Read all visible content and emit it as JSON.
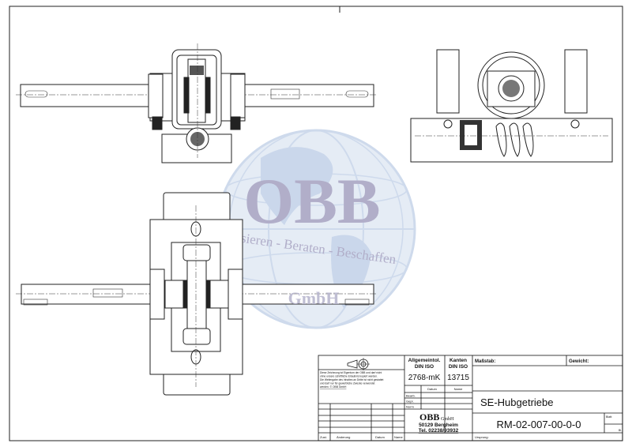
{
  "watermark": {
    "logo": "OBB",
    "slogan": "Organisieren - Beraten - Beschaffen",
    "suffix": "GmbH",
    "colors": {
      "globe": "#c9d6ea",
      "logo": "#a9a6c4"
    }
  },
  "title_block": {
    "disclaimer": [
      "Diese Zeichnung ist Eigentum der OBB und darf nicht",
      "ohne unsere schriftliche Erlaubnis kopiert werden.",
      "Die Weitergabe des Inhaltes an Dritte ist nicht gestattet",
      "und darf nur für gewerbliche Zwecke verwendet",
      "werden. © OBB GmbH"
    ],
    "general_tolerance_label": "Allgemeintol.",
    "general_tolerance_std": "DIN ISO",
    "general_tolerance_value": "2768-mK",
    "edges_label": "Kanten",
    "edges_std": "DIN ISO",
    "edges_value": "13715",
    "scale_label": "Maßstab:",
    "weight_label": "Gewicht:",
    "date_header": "Datum",
    "name_header": "Name",
    "rows": [
      "Bearb.",
      "Gepr.",
      "Norm"
    ],
    "company_name": "OBB",
    "company_suffix": "GmbH",
    "company_address": "50129  Bergheim",
    "company_phone": "Tel. 02238/93932",
    "title": "SE-Hubgetriebe",
    "drawing_number": "RM-02-007-00-0-0",
    "sheet_label": "Blatt:",
    "sheet_of": "Bl.",
    "revision_headers": [
      "Zust.",
      "Änderung",
      "Datum",
      "Name"
    ],
    "origin_label": "Ursprung:"
  }
}
